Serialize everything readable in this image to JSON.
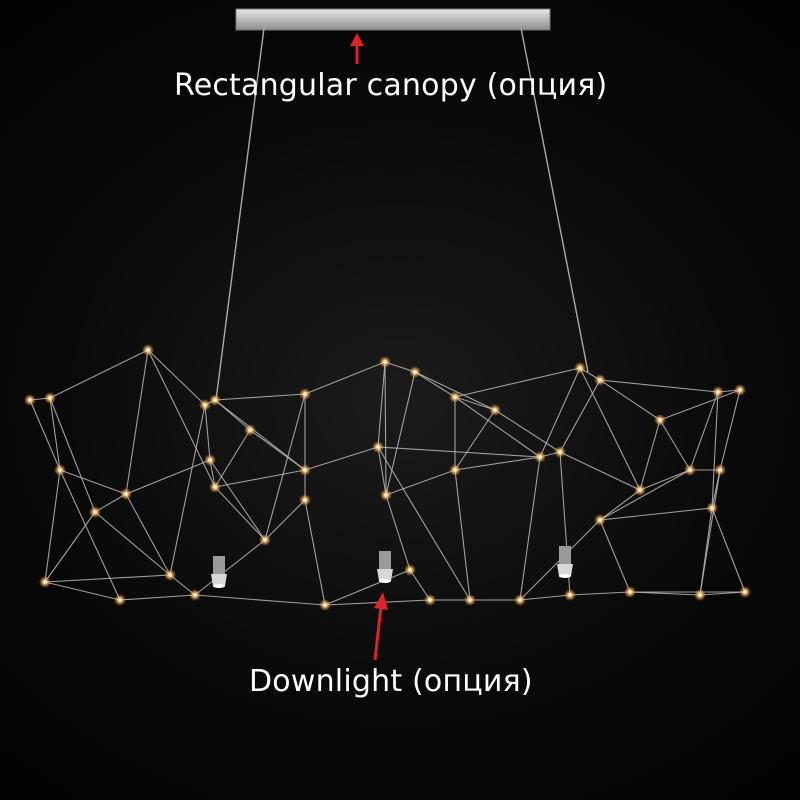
{
  "annotations": {
    "canopy_label": "Rectangular canopy (опция)",
    "downlight_label": "Downlight (опция)"
  },
  "colors": {
    "background": "#000000",
    "label_text": "#ffffff",
    "arrow": "#e0202a",
    "wire": "#b9b9b9",
    "canopy": "#cfcfcf",
    "light_glow": "#ffcc7a"
  },
  "scene": {
    "subject": "suspended wire-frame chandelier with rectangular canopy",
    "arrows": [
      "canopy-arrow",
      "downlight-arrow"
    ]
  }
}
